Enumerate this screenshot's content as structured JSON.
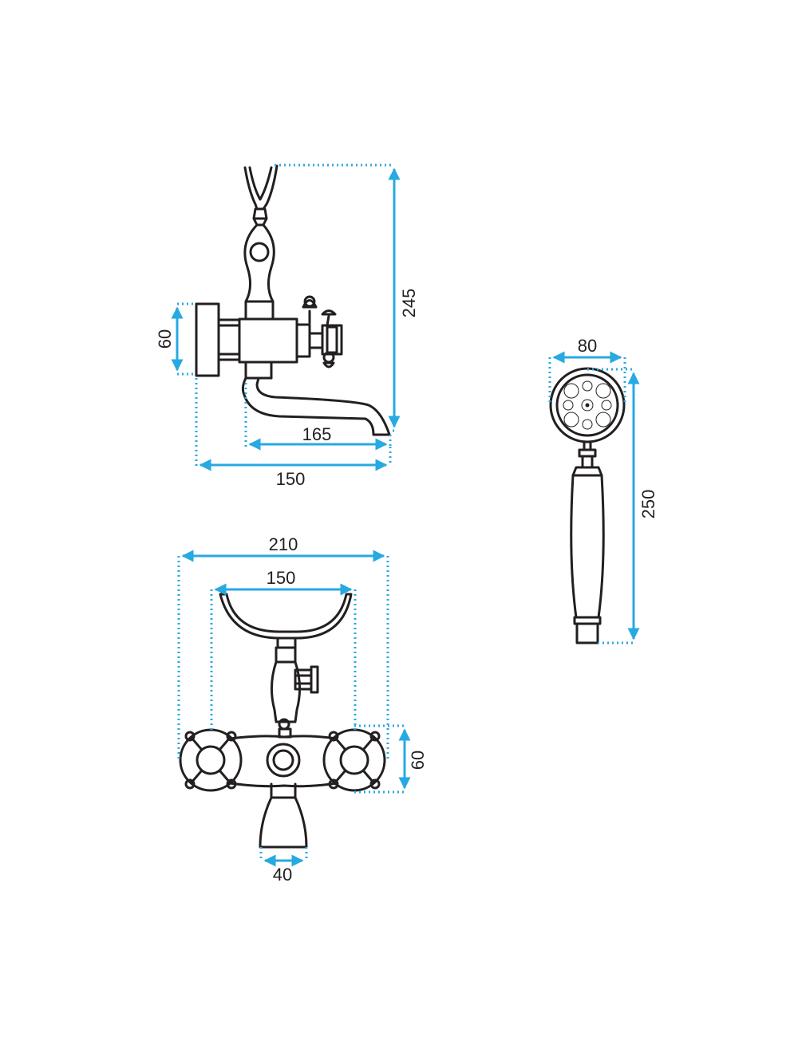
{
  "side_view": {
    "height_label": "245",
    "wall_height_label": "60",
    "spout_reach_label": "165",
    "depth_label": "150"
  },
  "front_view": {
    "overall_width_label": "210",
    "cradle_width_label": "150",
    "handle_height_label": "60",
    "spout_width_label": "40"
  },
  "hand_shower": {
    "head_diameter_label": "80",
    "length_label": "250"
  },
  "colors": {
    "dimension": "#27a9e1",
    "outline": "#231f20"
  }
}
